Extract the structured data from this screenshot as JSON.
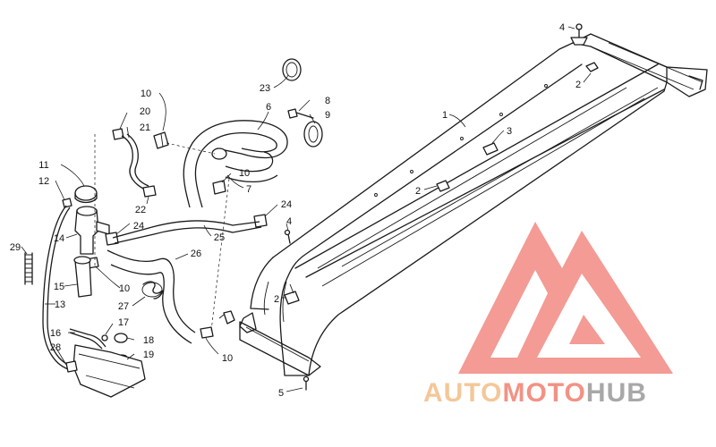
{
  "diagram": {
    "callouts": [
      {
        "id": "c1",
        "text": "1"
      },
      {
        "id": "c2a",
        "text": "2"
      },
      {
        "id": "c2b",
        "text": "2"
      },
      {
        "id": "c2c",
        "text": "2"
      },
      {
        "id": "c3",
        "text": "3"
      },
      {
        "id": "c4a",
        "text": "4"
      },
      {
        "id": "c4b",
        "text": "4"
      },
      {
        "id": "c5",
        "text": "5"
      },
      {
        "id": "c6",
        "text": "6"
      },
      {
        "id": "c7",
        "text": "7"
      },
      {
        "id": "c8",
        "text": "8"
      },
      {
        "id": "c9",
        "text": "9"
      },
      {
        "id": "c10a",
        "text": "10"
      },
      {
        "id": "c10b",
        "text": "10"
      },
      {
        "id": "c10c",
        "text": "10"
      },
      {
        "id": "c10d",
        "text": "10"
      },
      {
        "id": "c11",
        "text": "11"
      },
      {
        "id": "c12",
        "text": "12"
      },
      {
        "id": "c13",
        "text": "13"
      },
      {
        "id": "c14",
        "text": "14"
      },
      {
        "id": "c15",
        "text": "15"
      },
      {
        "id": "c16",
        "text": "16"
      },
      {
        "id": "c17",
        "text": "17"
      },
      {
        "id": "c18",
        "text": "18"
      },
      {
        "id": "c19",
        "text": "19"
      },
      {
        "id": "c20",
        "text": "20"
      },
      {
        "id": "c21",
        "text": "21"
      },
      {
        "id": "c22",
        "text": "22"
      },
      {
        "id": "c23",
        "text": "23"
      },
      {
        "id": "c24a",
        "text": "24"
      },
      {
        "id": "c24b",
        "text": "24"
      },
      {
        "id": "c25",
        "text": "25"
      },
      {
        "id": "c26",
        "text": "26"
      },
      {
        "id": "c27",
        "text": "27"
      },
      {
        "id": "c28",
        "text": "28"
      },
      {
        "id": "c29",
        "text": "29"
      }
    ]
  },
  "watermark": {
    "auto": "AUTO",
    "moto": "MOTO",
    "hub": "HUB",
    "colors": {
      "auto": "#f3be88",
      "moto": "#f08070",
      "hub": "#9a9a9a",
      "logo": "#f28a82"
    }
  }
}
